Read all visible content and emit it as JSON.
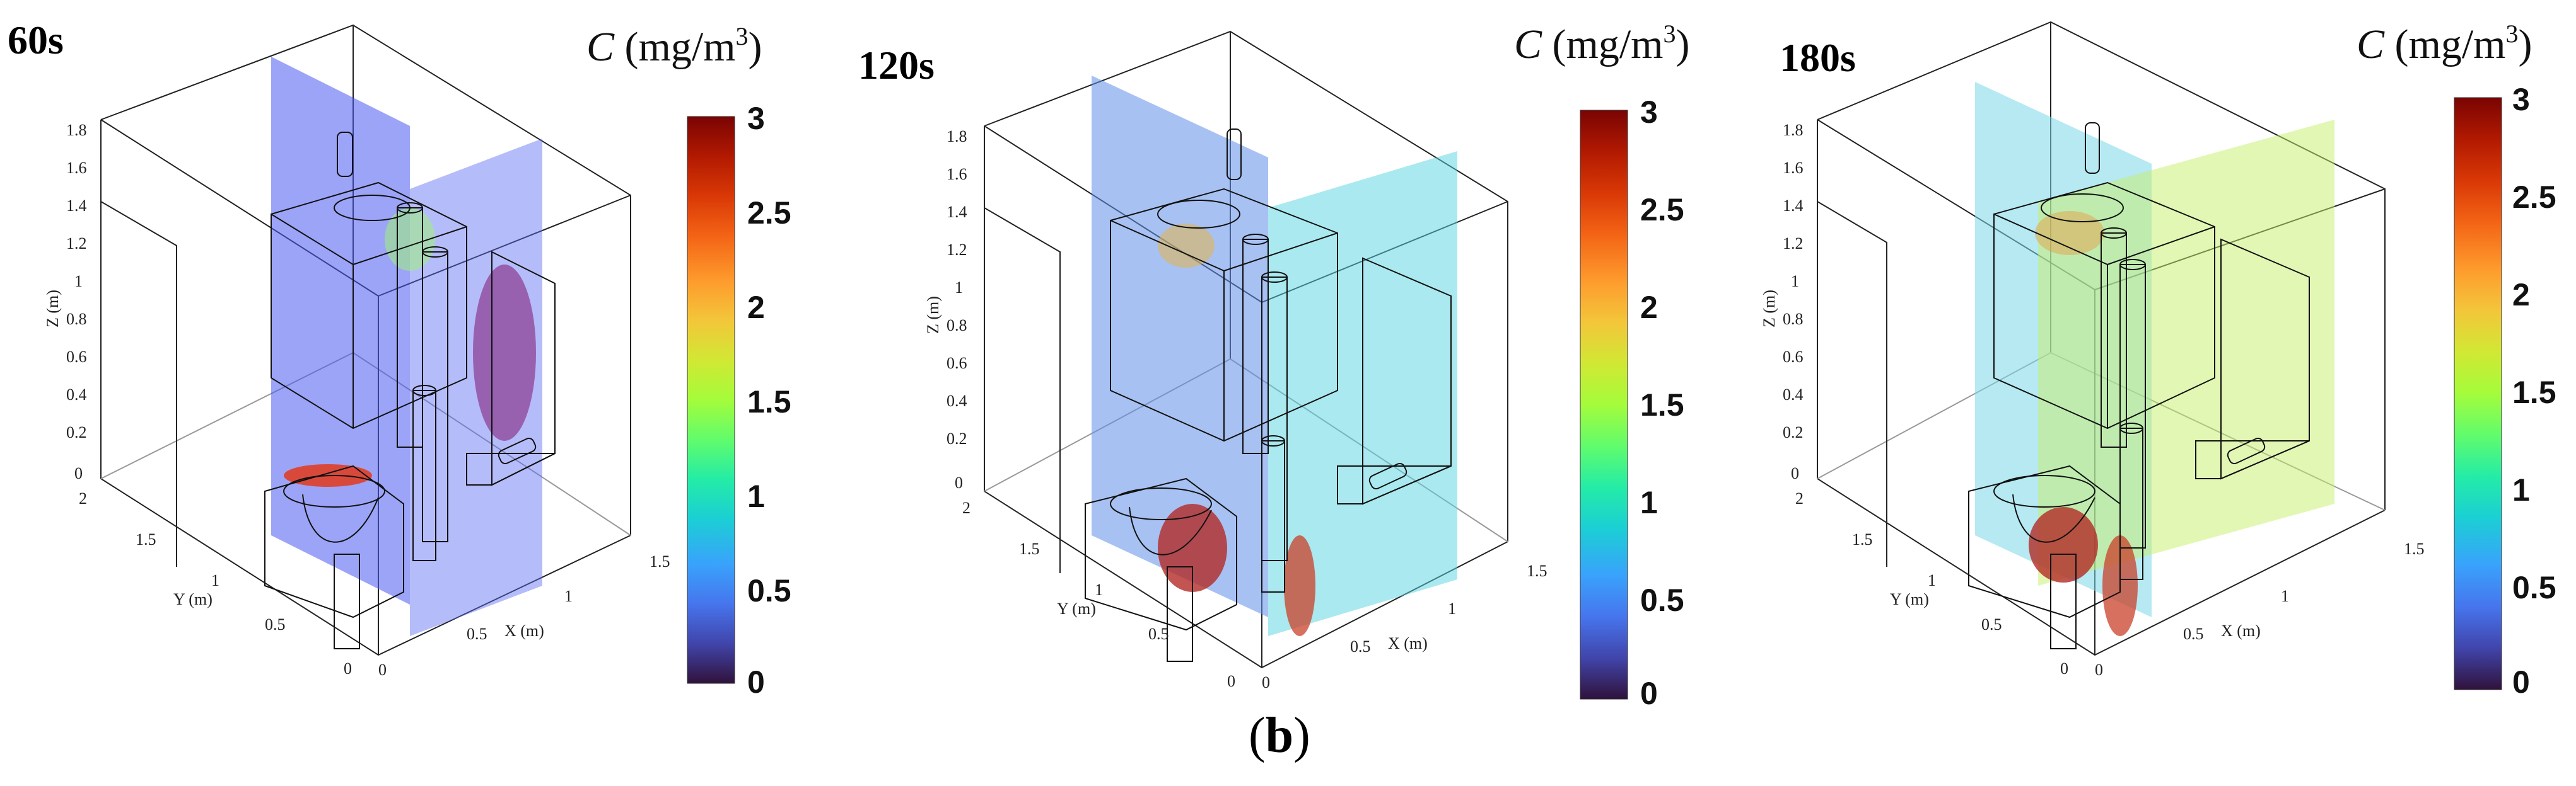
{
  "figure": {
    "caption_open": "(",
    "caption_letter": "b",
    "caption_close": ")",
    "colormap": [
      "#30123b",
      "#4145ab",
      "#4675ed",
      "#39a2fc",
      "#1bcfd4",
      "#24eca6",
      "#61fc6c",
      "#a4fc3b",
      "#d1e834",
      "#f3c63a",
      "#fe9b2d",
      "#f36315",
      "#d93806",
      "#b11901",
      "#7a0403"
    ]
  },
  "panels": [
    {
      "time": "60s",
      "unit_symbol": "C",
      "unit_text": " (mg/m",
      "unit_power": "3",
      "unit_close": ")",
      "colorbar_ticks": [
        "3",
        "2.5",
        "2",
        "1.5",
        "1",
        "0.5",
        "0"
      ],
      "z_ticks": [
        "1.8",
        "1.6",
        "1.4",
        "1.2",
        "1",
        "0.8",
        "0.6",
        "0.4",
        "0.2",
        "0"
      ],
      "y_ticks": [
        "2",
        "1.5",
        "1",
        "0.5",
        "0"
      ],
      "x_ticks": [
        "0",
        "0.5",
        "1",
        "1.5"
      ],
      "z_label": "Z (m)",
      "y_label": "Y (m)",
      "x_label": "X (m)"
    },
    {
      "time": "120s",
      "unit_symbol": "C",
      "unit_text": " (mg/m",
      "unit_power": "3",
      "unit_close": ")",
      "colorbar_ticks": [
        "3",
        "2.5",
        "2",
        "1.5",
        "1",
        "0.5",
        "0"
      ],
      "z_ticks": [
        "1.8",
        "1.6",
        "1.4",
        "1.2",
        "1",
        "0.8",
        "0.6",
        "0.4",
        "0.2",
        "0"
      ],
      "y_ticks": [
        "2",
        "1.5",
        "1",
        "0.5",
        "0"
      ],
      "x_ticks": [
        "0",
        "0.5",
        "1",
        "1.5"
      ],
      "z_label": "Z (m)",
      "y_label": "Y (m)",
      "x_label": "X (m)"
    },
    {
      "time": "180s",
      "unit_symbol": "C",
      "unit_text": " (mg/m",
      "unit_power": "3",
      "unit_close": ")",
      "colorbar_ticks": [
        "3",
        "2.5",
        "2",
        "1.5",
        "1",
        "0.5",
        "0"
      ],
      "z_ticks": [
        "1.8",
        "1.6",
        "1.4",
        "1.2",
        "1",
        "0.8",
        "0.6",
        "0.4",
        "0.2",
        "0"
      ],
      "y_ticks": [
        "2",
        "1.5",
        "1",
        "0.5",
        "0"
      ],
      "x_ticks": [
        "0",
        "0.5",
        "1",
        "1.5"
      ],
      "z_label": "Z (m)",
      "y_label": "Y (m)",
      "x_label": "X (m)"
    }
  ]
}
